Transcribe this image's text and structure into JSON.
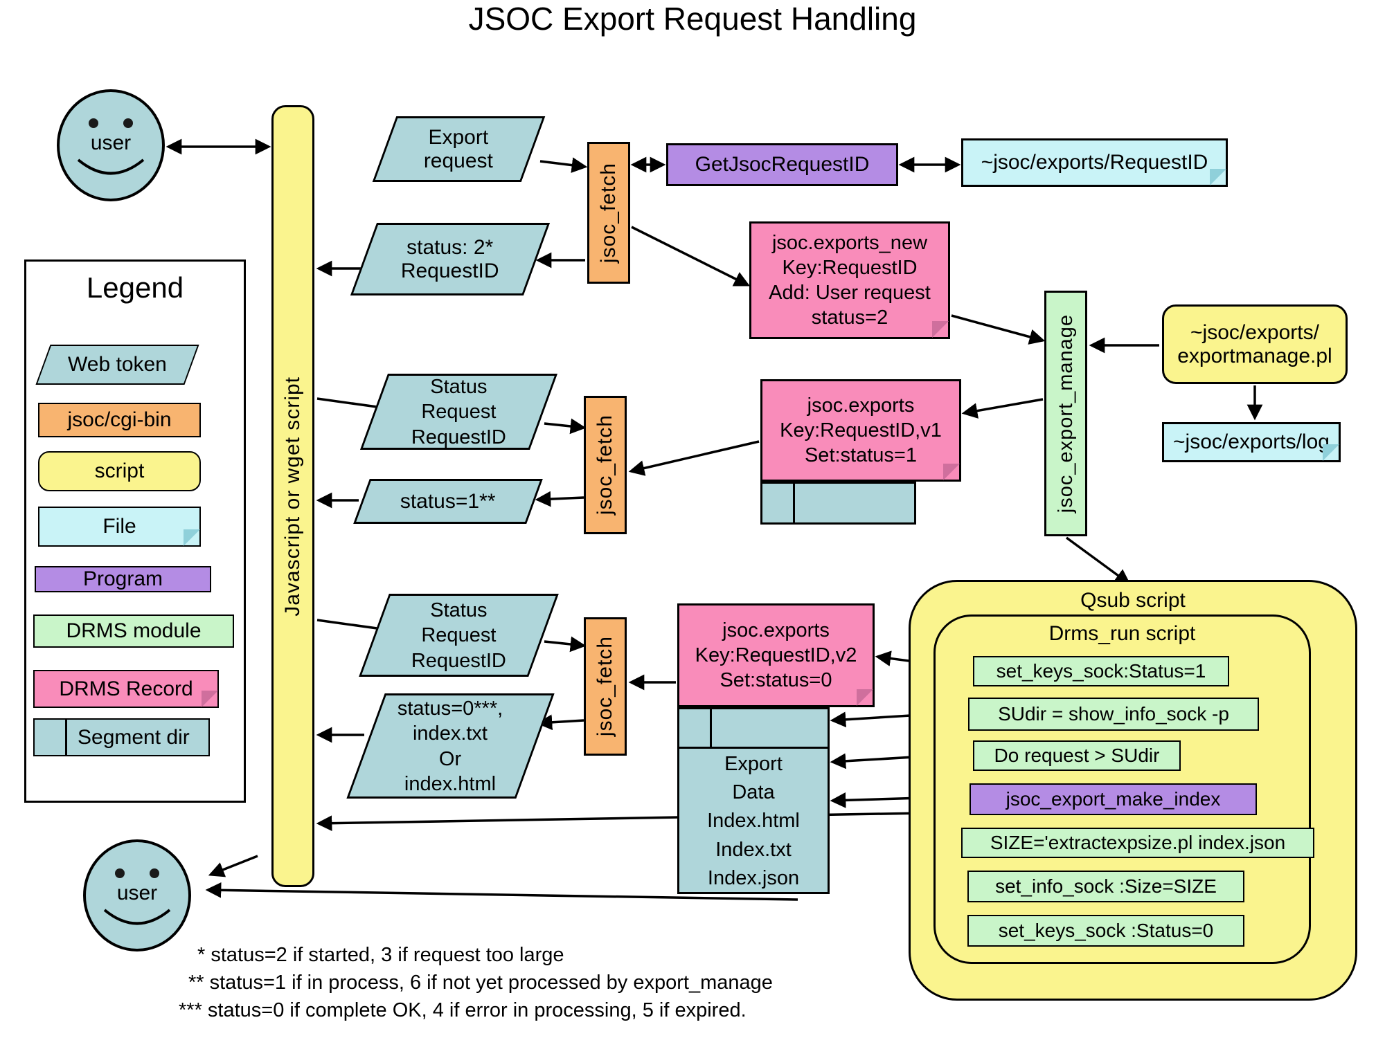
{
  "title": "JSOC Export Request Handling",
  "users": {
    "top_label": "user",
    "bottom_label": "user"
  },
  "flow": {
    "script_bar": "Javascript or wget script",
    "export_request": "Export\nrequest",
    "fetch1": "jsoc_fetch",
    "fetch2": "jsoc_fetch",
    "fetch3": "jsoc_fetch",
    "get_jsoc_request_id": "GetJsocRequestID",
    "request_id_file": "~jsoc/exports/RequestID",
    "status2": "status: 2*\nRequestID",
    "exports_new": "jsoc.exports_new\nKey:RequestID\nAdd: User request\nstatus=2",
    "status_request1": "Status\nRequest\nRequestID",
    "exports_v1": "jsoc.exports\nKey:RequestID,v1\nSet:status=1",
    "status1": "status=1**",
    "export_manage": "jsoc_export_manage",
    "exportmanage_pl": "~jsoc/exports/\nexportmanage.pl",
    "log_file": "~jsoc/exports/log",
    "status_request2": "Status\nRequest\nRequestID",
    "exports_v2": "jsoc.exports\nKey:RequestID,v2\nSet:status=0",
    "segment_files": "Export\nData\nIndex.html\nIndex.txt\nIndex.json",
    "status0": "status=0***,\nindex.txt\nOr\nindex.html"
  },
  "qsub": {
    "title": "Qsub script",
    "inner_title": "Drms_run script",
    "steps": [
      {
        "label": "set_keys_sock:Status=1",
        "type": "module"
      },
      {
        "label": "SUdir = show_info_sock -p",
        "type": "module"
      },
      {
        "label": "Do request > SUdir",
        "type": "module"
      },
      {
        "label": "jsoc_export_make_index",
        "type": "program"
      },
      {
        "label": "SIZE='extractexpsize.pl index.json",
        "type": "module"
      },
      {
        "label": "set_info_sock :Size=SIZE",
        "type": "module"
      },
      {
        "label": "set_keys_sock :Status=0",
        "type": "module"
      }
    ]
  },
  "legend": {
    "title": "Legend",
    "items": [
      {
        "label": "Web token"
      },
      {
        "label": "jsoc/cgi-bin"
      },
      {
        "label": "script"
      },
      {
        "label": "File"
      },
      {
        "label": "Program"
      },
      {
        "label": "DRMS module"
      },
      {
        "label": "DRMS Record"
      },
      {
        "label": "Segment dir"
      }
    ]
  },
  "footnotes": [
    "* status=2 if started, 3 if request too large",
    "** status=1 if in process, 6 if not yet processed by export_manage",
    "*** status=0 if complete OK, 4 if error in processing, 5 if expired."
  ]
}
